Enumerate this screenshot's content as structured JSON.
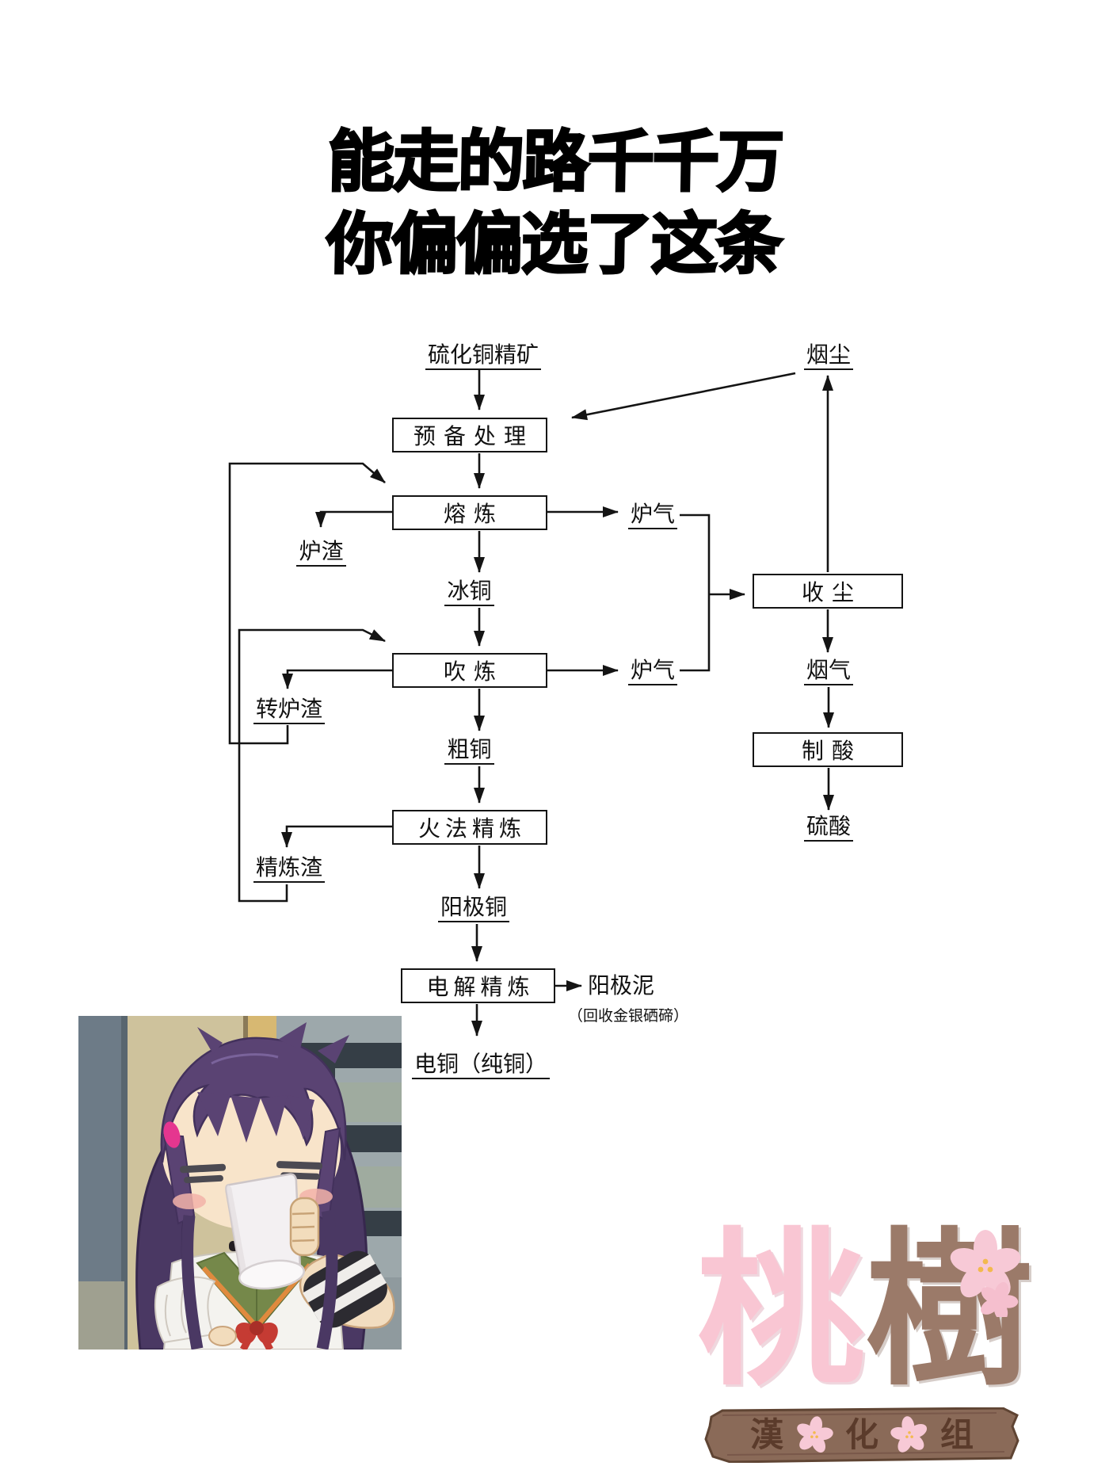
{
  "title": {
    "line1": "能走的路千千万",
    "line2": "你偏偏选了这条"
  },
  "flowchart": {
    "nodes": {
      "feed": "硫化铜精矿",
      "prep": "预备处理",
      "smelt": "熔炼",
      "slag": "炉渣",
      "matte": "冰铜",
      "convert": "吹炼",
      "converter_slag": "转炉渣",
      "blister": "粗铜",
      "fire_refine": "火法精炼",
      "refine_slag": "精炼渣",
      "anode": "阳极铜",
      "electro": "电解精炼",
      "anode_slime": "阳极泥",
      "anode_slime_note": "（回收金银硒碲）",
      "cathode": "电铜（纯铜）",
      "dust": "烟尘",
      "furnace_gas_1": "炉气",
      "furnace_gas_2": "炉气",
      "dust_collect": "收尘",
      "flue_gas": "烟气",
      "acid_plant": "制酸",
      "sulfuric_acid": "硫酸"
    },
    "line_color": "#141414"
  },
  "logo": {
    "char1": "桃",
    "char2": "樹",
    "banner_char1": "漢",
    "banner_char2": "化",
    "banner_char3": "组",
    "colors": {
      "peach_pink": "#f9c6d3",
      "tree_brown": "#9b7a69",
      "banner_bg": "#8a6a58",
      "banner_border": "#5f4433",
      "banner_text": "#5b3b2b",
      "flower_pink": "#f7c9d6",
      "flower_dots": "#f3b94d"
    }
  }
}
